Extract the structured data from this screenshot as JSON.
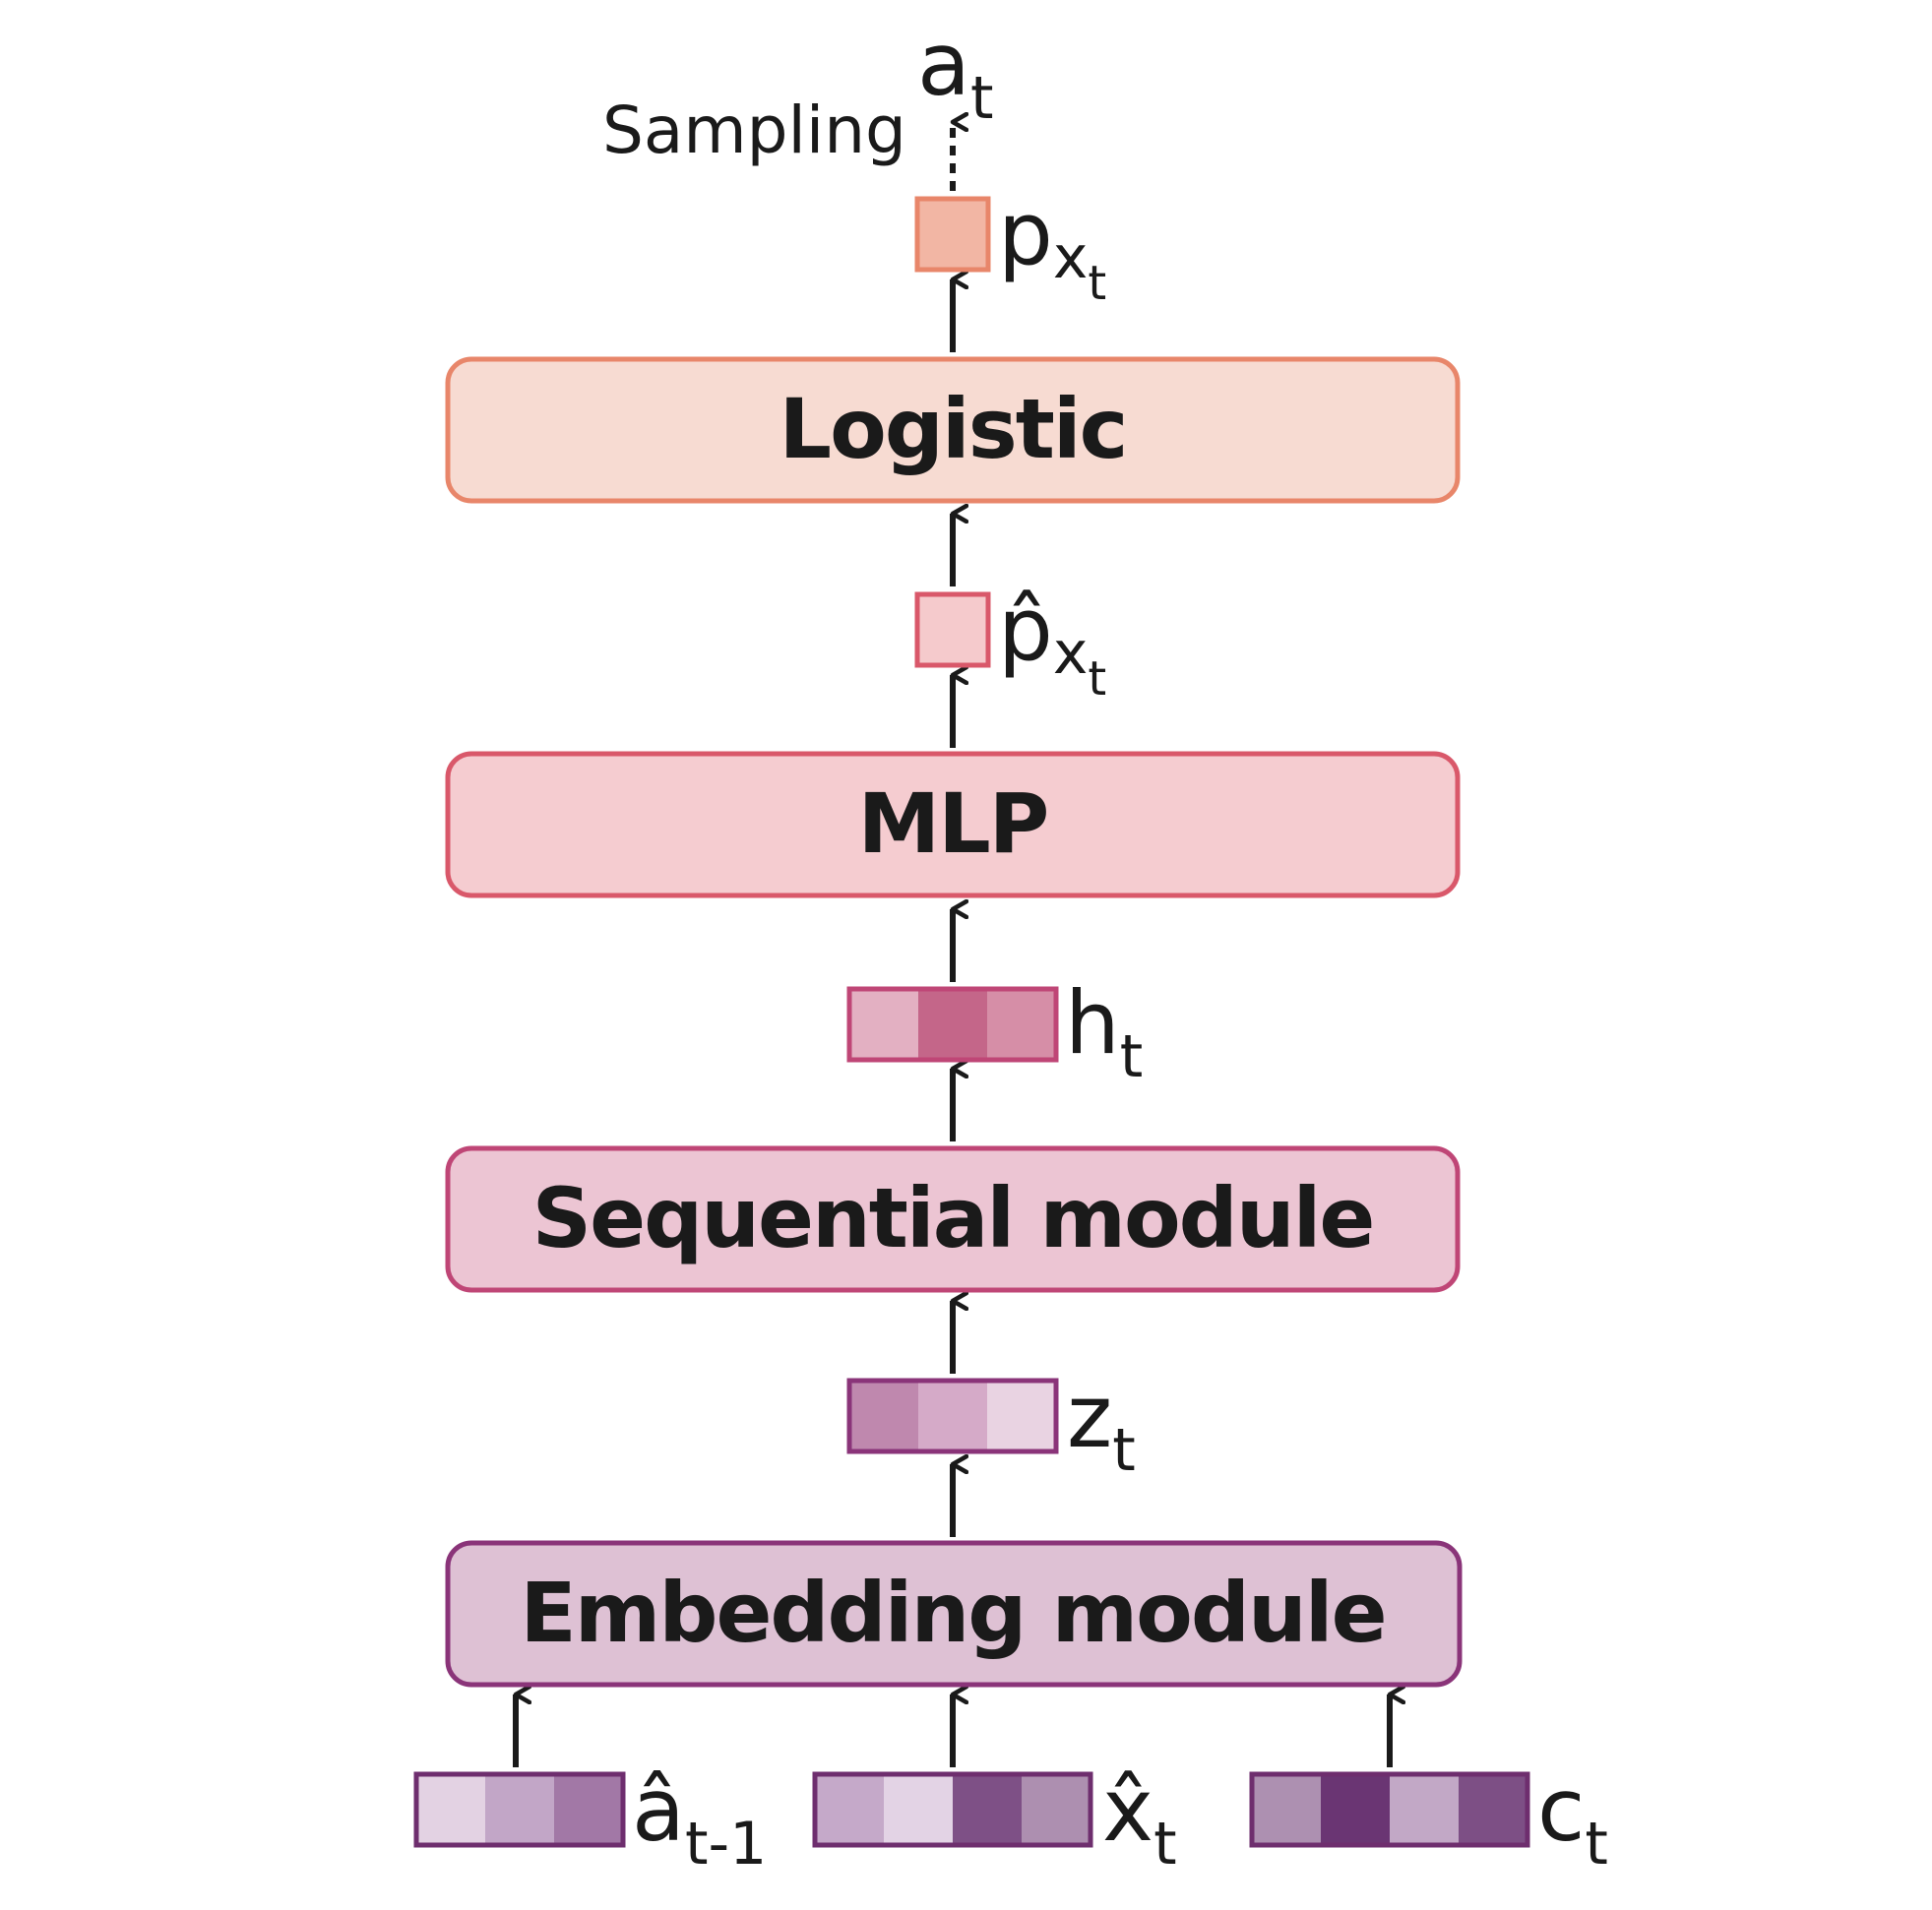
{
  "blocks": {
    "logistic": {
      "label": "Logistic",
      "fill": "#f7dbd2",
      "stroke": "#e8866a"
    },
    "mlp": {
      "label": "MLP",
      "fill": "#f5ccd0",
      "stroke": "#d9586a"
    },
    "sequential": {
      "label": "Sequential module",
      "fill": "#ecc5d3",
      "stroke": "#bf4676"
    },
    "embedding": {
      "label": "Embedding module",
      "fill": "#dec1d4",
      "stroke": "#8a3479"
    }
  },
  "sampling": {
    "label": "Sampling"
  },
  "variables": {
    "a_t": {
      "base": "a",
      "sub": "t"
    },
    "p_xt": {
      "base": "p",
      "sub": "x",
      "subsub": "t",
      "fill": "#f2b6a4",
      "stroke": "#e8866a"
    },
    "p_hat_xt": {
      "base": "p̂",
      "sub": "x",
      "subsub": "t",
      "fill": "#f5cacc",
      "stroke": "#d9586a"
    },
    "h_t": {
      "base": "h",
      "sub": "t",
      "stroke": "#bf4676",
      "cells": [
        "#e3b0c2",
        "#c46689",
        "#d68ea7"
      ]
    },
    "z_t": {
      "base": "z",
      "sub": "t",
      "stroke": "#8a3479",
      "cells": [
        "#bf88ae",
        "#d5aac8",
        "#e9d3e2"
      ]
    },
    "a_hat_t1": {
      "base": "â",
      "sub": "t-1",
      "stroke": "#6e2e6e",
      "cells": [
        "#e3d2e3",
        "#c2a6c7",
        "#a278a6"
      ]
    },
    "x_hat_t": {
      "base": "x̂",
      "sub": "t",
      "stroke": "#6e2e6e",
      "cells": [
        "#c5a9c9",
        "#e3d3e5",
        "#7e5086",
        "#ad8fb0"
      ]
    },
    "c_t": {
      "base": "c",
      "sub": "t",
      "stroke": "#6e2e6e",
      "cells": [
        "#ad90b1",
        "#6a3573",
        "#c2a8c6",
        "#7d4f85"
      ]
    }
  }
}
